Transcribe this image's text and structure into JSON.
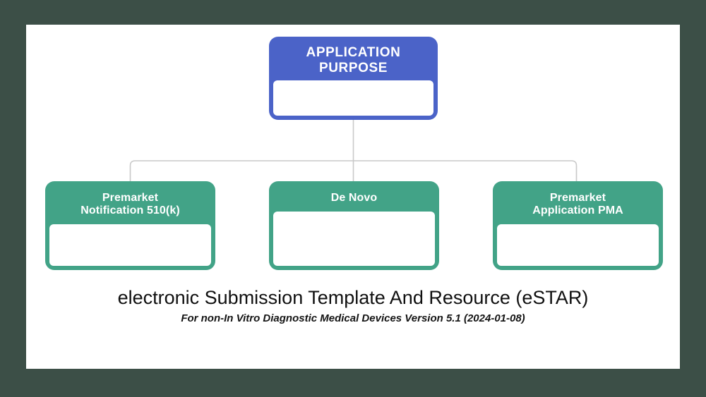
{
  "page": {
    "background_color": "#3c4f47",
    "card_background": "#ffffff"
  },
  "diagram": {
    "type": "org-chart",
    "root": {
      "id": "application-purpose",
      "label": "APPLICATION\nPURPOSE",
      "label_line1": "APPLICATION",
      "label_line2": "PURPOSE",
      "color": "#4b63c8",
      "text_color": "#ffffff",
      "has_empty_body_panel": true
    },
    "children": [
      {
        "id": "premarket-notification-510k",
        "label_line1": "Premarket",
        "label_line2": "Notification 510(k)",
        "color": "#42a387",
        "text_color": "#ffffff",
        "has_empty_body_panel": true
      },
      {
        "id": "de-novo",
        "label_line1": "De Novo",
        "label_line2": "",
        "color": "#42a387",
        "text_color": "#ffffff",
        "has_empty_body_panel": true
      },
      {
        "id": "premarket-application-pma",
        "label_line1": "Premarket",
        "label_line2": "Application PMA",
        "color": "#42a387",
        "text_color": "#ffffff",
        "has_empty_body_panel": true
      }
    ],
    "connector_color": "#c9c9c9"
  },
  "caption": {
    "title": "electronic Submission Template And Resource (eSTAR)",
    "subtitle": "For non-In Vitro Diagnostic Medical Devices Version 5.1 (2024-01-08)"
  }
}
